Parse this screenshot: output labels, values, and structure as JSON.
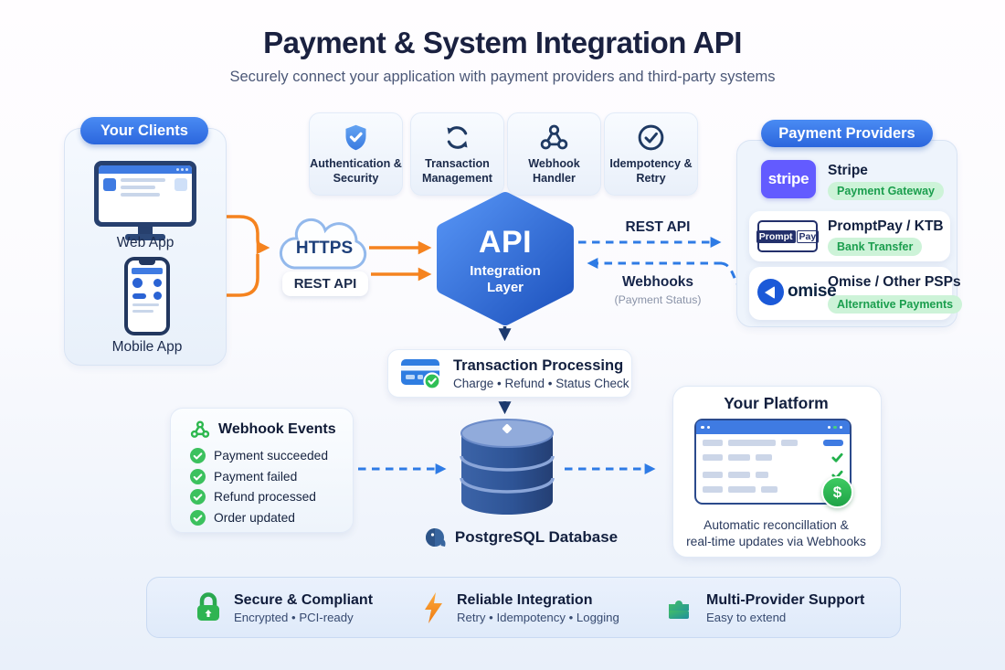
{
  "title": "Payment & System Integration API",
  "subtitle": "Securely connect your application with payment providers and third-party systems",
  "clients": {
    "header": "Your Clients",
    "web_app_label": "Web App",
    "mobile_app_label": "Mobile App"
  },
  "features": [
    {
      "icon": "shield-check-icon",
      "label": "Authentication & Security"
    },
    {
      "icon": "sync-icon",
      "label": "Transaction Management"
    },
    {
      "icon": "webhook-icon",
      "label": "Webhook Handler"
    },
    {
      "icon": "check-circle-icon",
      "label": "Idempotency & Retry"
    }
  ],
  "gateway": {
    "cloud_label": "HTTPS",
    "protocol_label": "REST API"
  },
  "api_core": {
    "title": "API",
    "subtitle": "Integration Layer"
  },
  "links": {
    "rest_api": "REST API",
    "webhooks": "Webhooks",
    "webhooks_note": "(Payment Status)"
  },
  "providers": {
    "header": "Payment Providers",
    "items": [
      {
        "logo_text": "stripe",
        "name": "Stripe",
        "badge": "Payment Gateway"
      },
      {
        "logo_text_1": "Prompt",
        "logo_text_2": "Pay",
        "name": "PromptPay / KTB",
        "badge": "Bank Transfer"
      },
      {
        "logo_text": "omise",
        "name": "Omise / Other PSPs",
        "badge": "Alternative Payments"
      }
    ]
  },
  "transaction_processing": {
    "title": "Transaction Processing",
    "subtitle": "Charge • Refund • Status Check"
  },
  "webhook_events": {
    "title": "Webhook Events",
    "items": [
      "Payment succeeded",
      "Payment failed",
      "Refund processed",
      "Order updated"
    ]
  },
  "database_label": "PostgreSQL Database",
  "platform": {
    "title": "Your Platform",
    "caption_line1": "Automatic reconcillation &",
    "caption_line2": "real-time updates via Webhooks"
  },
  "footer": [
    {
      "icon": "lock-icon",
      "title": "Secure & Compliant",
      "subtitle": "Encrypted • PCI-ready"
    },
    {
      "icon": "bolt-icon",
      "title": "Reliable Integration",
      "subtitle": "Retry • Idempotency • Logging"
    },
    {
      "icon": "puzzle-icon",
      "title": "Multi-Provider Support",
      "subtitle": "Easy to extend"
    }
  ],
  "colors": {
    "accent_blue": "#2f6fe4",
    "orange": "#f5831f",
    "green": "#2fbf55",
    "navy": "#14223f",
    "badge_bg": "#cdf3d8",
    "badge_text": "#1b9e4e"
  }
}
